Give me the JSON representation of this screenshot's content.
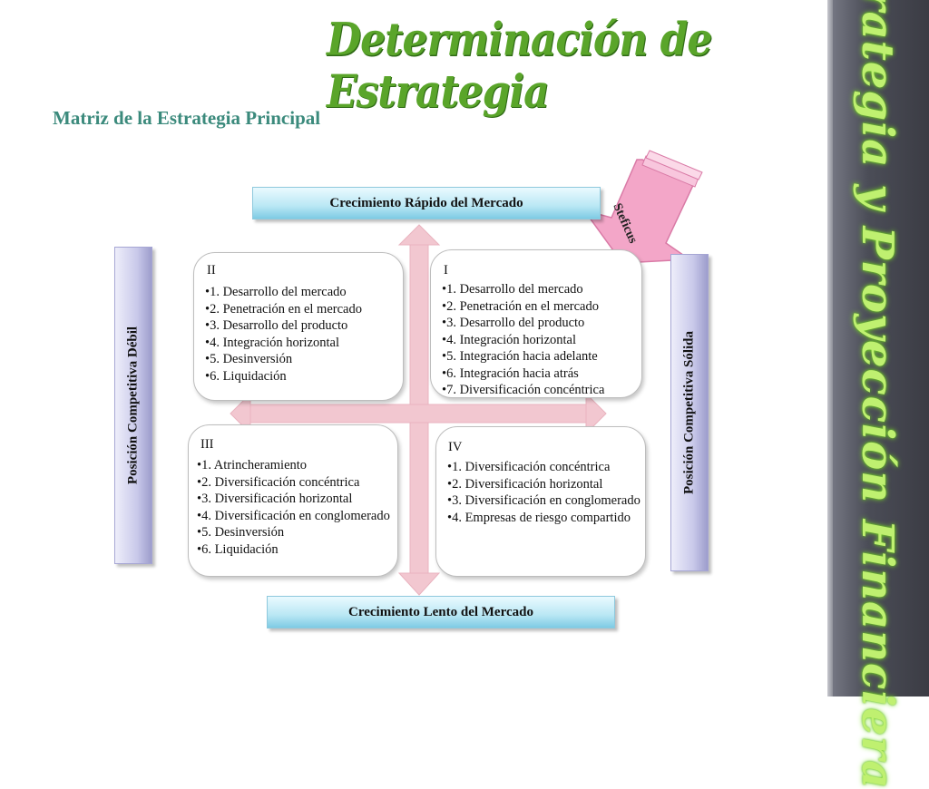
{
  "title": "Determinación de Estrategia",
  "subtitle": "Matriz de la Estrategia Principal",
  "side_title": "Estrategia y Proyección Financiera",
  "arrow_label": "Steficus",
  "axes": {
    "top": "Crecimiento Rápido del Mercado",
    "bottom": "Crecimiento Lento del Mercado",
    "left": "Posición Competitiva Débil",
    "right": "Posición Competitiva Sólida"
  },
  "quadrants": {
    "q2": {
      "label": "II",
      "items": [
        "•1. Desarrollo del mercado",
        "•2. Penetración en el mercado",
        "•3. Desarrollo del producto",
        "•4. Integración horizontal",
        "•5. Desinversión",
        "•6. Liquidación"
      ]
    },
    "q1": {
      "label": "I",
      "items": [
        "•1. Desarrollo del mercado",
        "•2. Penetración en el mercado",
        "•3. Desarrollo del producto",
        "•4. Integración horizontal",
        "•5. Integración hacia adelante",
        "•6. Integración hacia atrás",
        "•7. Diversificación concéntrica"
      ]
    },
    "q3": {
      "label": "III",
      "items": [
        "•1. Atrincheramiento",
        "•2. Diversificación concéntrica",
        "•3. Diversificación horizontal",
        "•4. Diversificación en conglomerado",
        "•5. Desinversión",
        "•6. Liquidación"
      ]
    },
    "q4": {
      "label": "IV",
      "items": [
        "•1. Diversificación concéntrica",
        "•2. Diversificación horizontal",
        "•3. Diversificación en conglomerado",
        "•4. Empresas de riesgo compartido"
      ]
    }
  },
  "colors": {
    "title": "#5aa52a",
    "subtitle": "#3b8a7c",
    "cross_arrows": "#f2c7d0",
    "callout_arrow": "#f3a6c8",
    "side_title": "#bff070"
  }
}
